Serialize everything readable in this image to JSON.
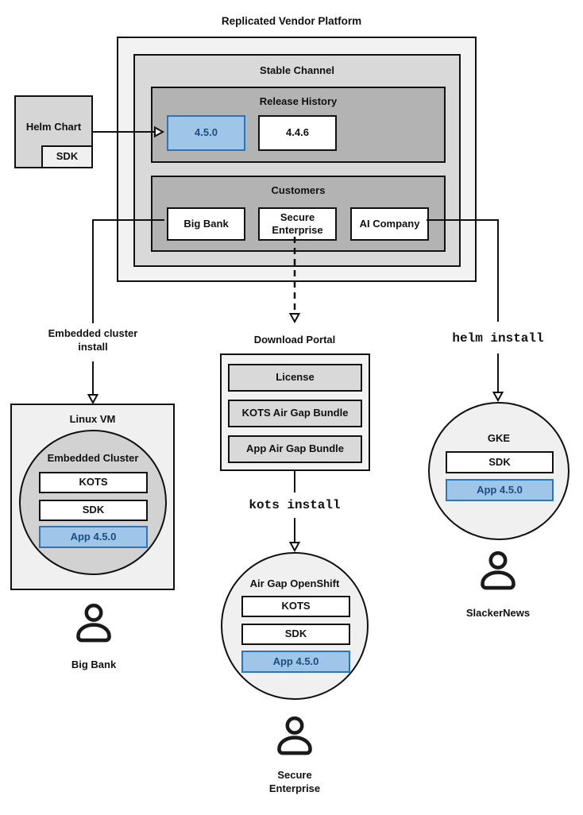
{
  "title": "Replicated Vendor Platform",
  "platform": {
    "stable_channel_label": "Stable Channel",
    "release_history": {
      "label": "Release History",
      "versions": [
        "4.5.0",
        "4.4.6"
      ]
    },
    "customers": {
      "label": "Customers",
      "items": [
        "Big Bank",
        "Secure Enterprise",
        "AI Company"
      ]
    }
  },
  "helm_chart": {
    "label": "Helm Chart",
    "sdk_label": "SDK"
  },
  "left_flow": {
    "install_method_line1": "Embedded cluster",
    "install_method_line2": "install",
    "host_label": "Linux VM",
    "cluster_label": "Embedded Cluster",
    "components": [
      "KOTS",
      "SDK",
      "App 4.5.0"
    ],
    "persona_label": "Big Bank"
  },
  "center_flow": {
    "portal": {
      "label": "Download Portal",
      "items": [
        "License",
        "KOTS Air Gap Bundle",
        "App Air Gap Bundle"
      ]
    },
    "install_command": "kots install",
    "cluster_label": "Air Gap OpenShift",
    "components": [
      "KOTS",
      "SDK",
      "App 4.5.0"
    ],
    "persona_line1": "Secure",
    "persona_line2": "Enterprise"
  },
  "right_flow": {
    "install_command": "helm install",
    "cluster_label": "GKE",
    "components": [
      "SDK",
      "App 4.5.0"
    ],
    "persona_label": "SlackerNews"
  },
  "colors": {
    "highlight_fill": "#9fc5e8",
    "highlight_border": "#2e75b6",
    "highlight_text": "#1c4e80",
    "outer_gray": "#f2f2f2",
    "mid_gray": "#d9d9d9",
    "dark_gray": "#b3b3b3"
  }
}
